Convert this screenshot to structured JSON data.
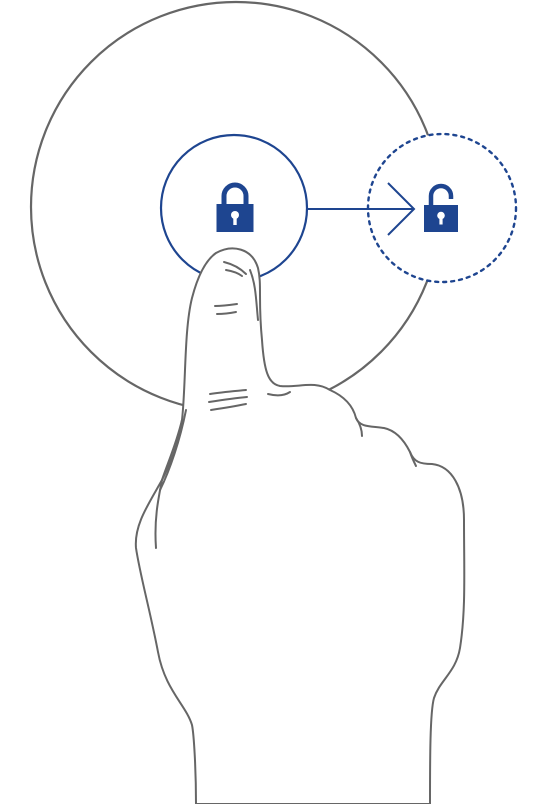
{
  "illustration": {
    "gesture": "swipe-to-unlock",
    "start_state": "locked",
    "end_state": "unlocked",
    "icons": {
      "start": "lock-closed-icon",
      "end": "lock-open-icon",
      "direction": "arrow-right-icon",
      "hand": "pointing-finger-icon"
    }
  },
  "colors": {
    "background": "#ffffff",
    "outline_gray": "#666666",
    "accent_blue": "#1e4590",
    "dotted_blue": "#1e4590"
  }
}
